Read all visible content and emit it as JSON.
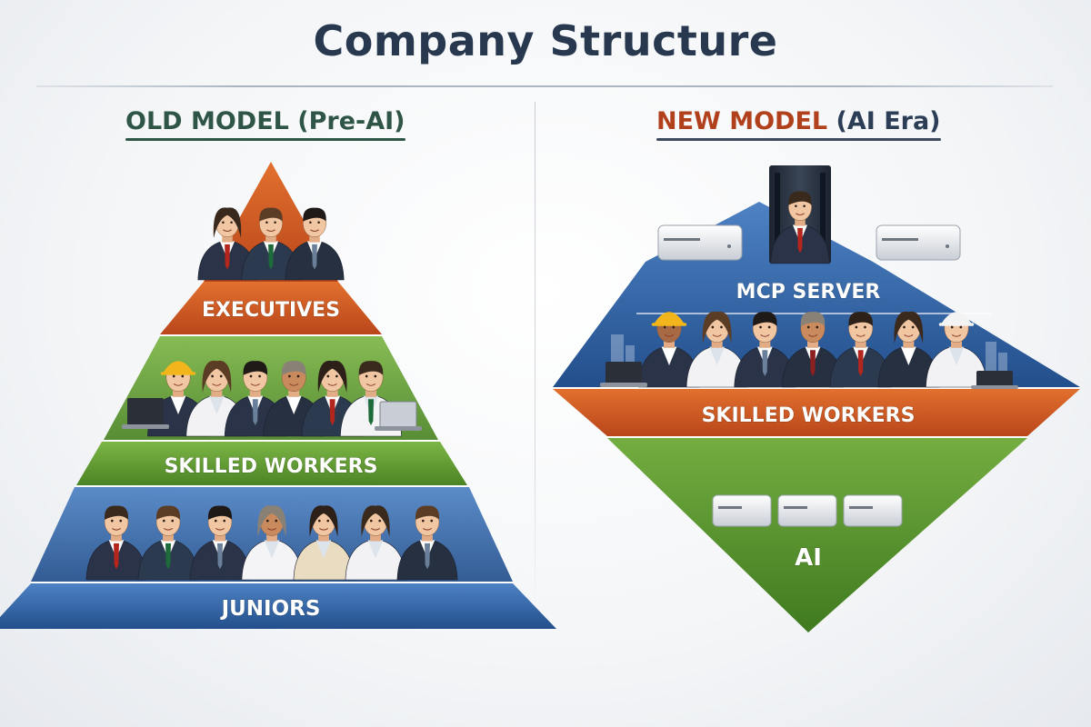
{
  "title": "Company Structure",
  "old_model": {
    "heading": "OLD MODEL (Pre-AI)",
    "tiers": [
      {
        "label": "EXECUTIVES",
        "color": "#d45a22",
        "people": 3
      },
      {
        "label": "SKILLED WORKERS",
        "color": "#5e9a2f",
        "people": 6
      },
      {
        "label": "JUNIORS",
        "color": "#2f62a6",
        "people": 7
      }
    ]
  },
  "new_model": {
    "heading_accent": "NEW MODEL",
    "heading_rest": "(AI Era)",
    "tiers": [
      {
        "label": "MCP SERVER",
        "color": "#2f62a6",
        "people": 1
      },
      {
        "label": "SKILLED WORKERS",
        "color": "#d45a22",
        "people": 7
      },
      {
        "label": "AI",
        "color": "#5e9a2f",
        "people": 0
      }
    ]
  },
  "colors": {
    "title": "#27384f",
    "old_heading": "#2f5546",
    "new_accent": "#b1401c",
    "navy_suit": "#2a3347",
    "skin": "#f1c6a2"
  }
}
